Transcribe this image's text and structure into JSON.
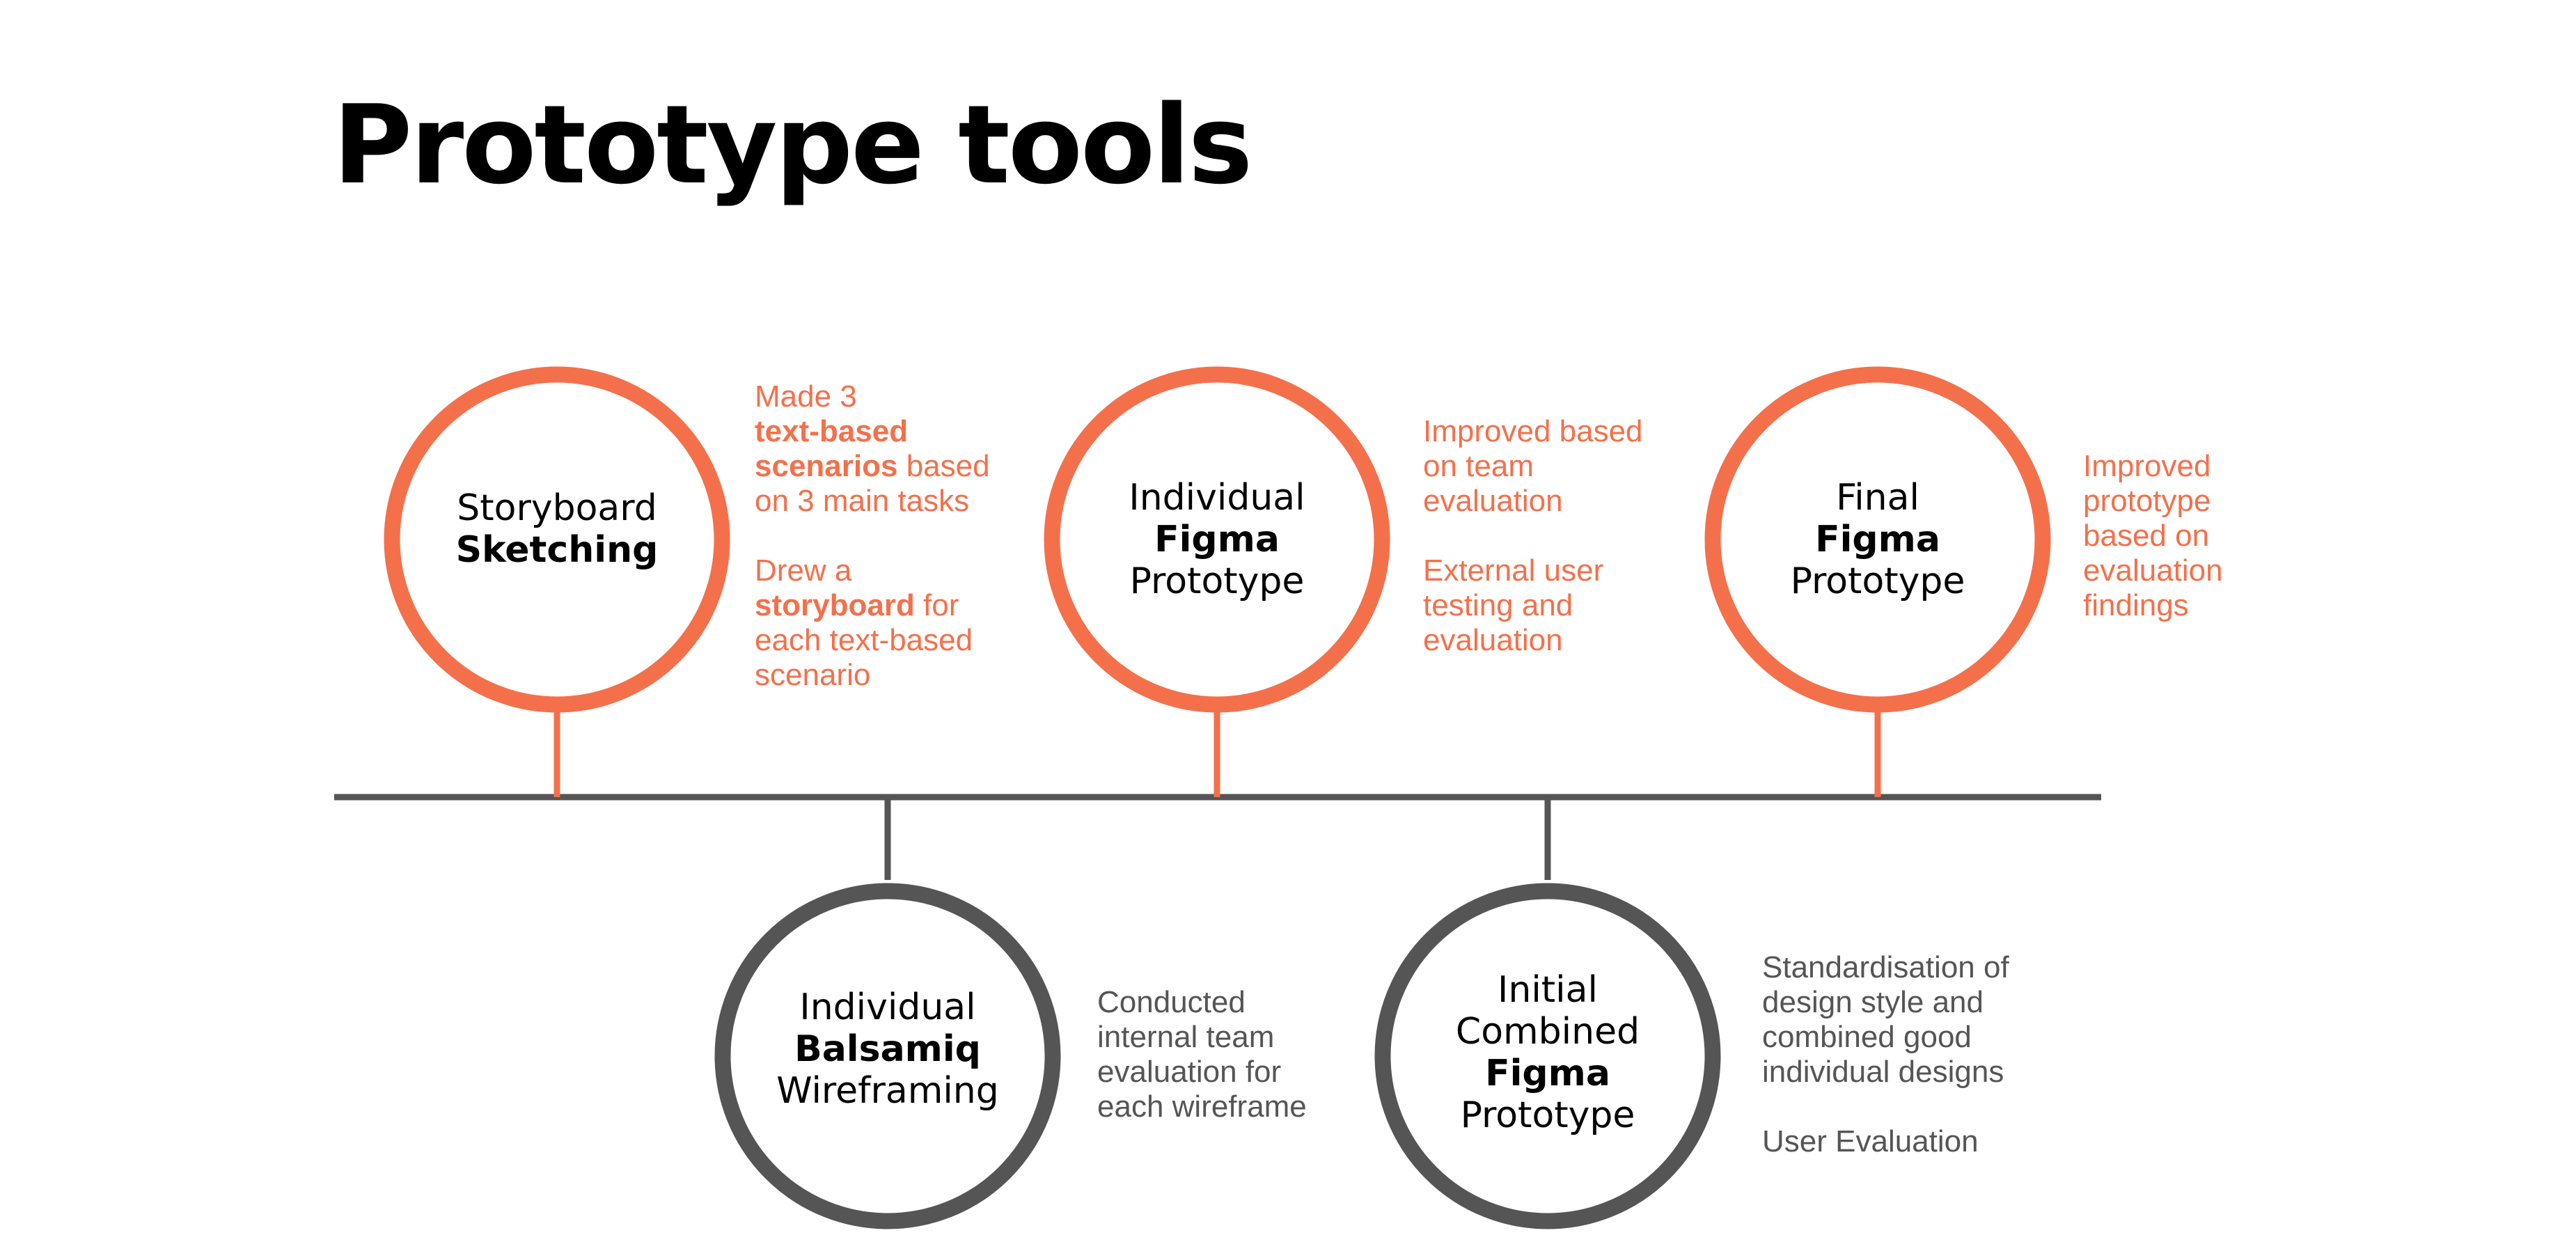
{
  "title": "Prototype tools",
  "colors": {
    "accent": "#F4704B",
    "neutral": "#555555",
    "text": "#000000"
  },
  "stages": [
    {
      "color": "orange",
      "label": [
        "Storyboard",
        "Sketching"
      ],
      "notes": [
        "Made 3",
        "text-based",
        "scenarios",
        " based",
        "on 3 main tasks",
        "Drew a",
        "storyboard",
        " for",
        "each text-based",
        "scenario"
      ]
    },
    {
      "color": "grey",
      "label": [
        "Individual",
        "Balsamiq",
        "Wireframing"
      ],
      "notes": [
        "Conducted",
        "internal team",
        "evaluation for",
        "each wireframe"
      ]
    },
    {
      "color": "orange",
      "label": [
        "Individual",
        "Figma",
        "Prototype"
      ],
      "notes": [
        "Improved based",
        "on team",
        "evaluation",
        "External user",
        "testing and",
        "evaluation"
      ]
    },
    {
      "color": "grey",
      "label": [
        "Initial",
        "Combined",
        "Figma",
        "Prototype"
      ],
      "notes": [
        "Standardisation of",
        "design style and",
        "combined good",
        "individual designs",
        "User Evaluation"
      ]
    },
    {
      "color": "orange",
      "label": [
        "Final",
        "Figma",
        "Prototype"
      ],
      "notes": [
        "Improved",
        "prototype",
        "based on",
        "evaluation",
        "findings"
      ]
    }
  ]
}
